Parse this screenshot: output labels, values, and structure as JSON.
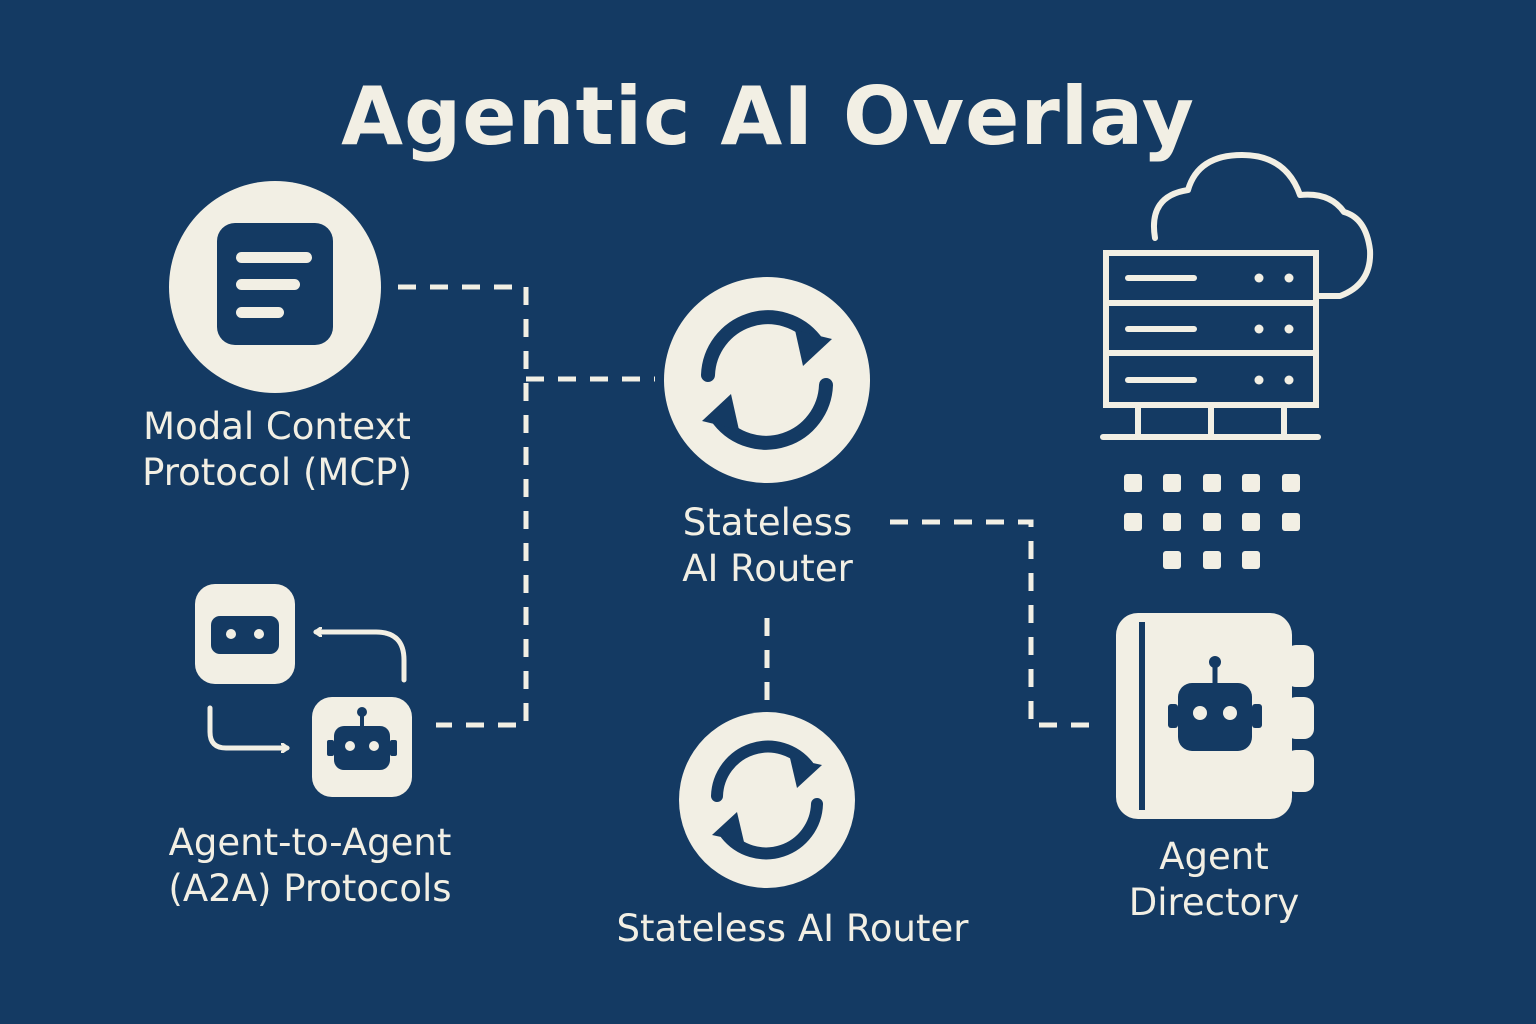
{
  "title": "Agentic AI Overlay",
  "nodes": {
    "mcp": {
      "label_line1": "Modal Context",
      "label_line2": "Protocol (MCP)"
    },
    "a2a": {
      "label_line1": "Agent-to-Agent",
      "label_line2": "(A2A) Protocols"
    },
    "router_main": {
      "label_line1": "Stateless",
      "label_line2": "AI Router"
    },
    "router_secondary": {
      "label": "Stateless AI Router"
    },
    "directory": {
      "label_line1": "Agent",
      "label_line2": "Directory"
    }
  },
  "icons": {
    "mcp": "document-icon",
    "a2a_top": "chat-bot-icon",
    "a2a_bottom": "robot-icon",
    "router_main": "refresh-icon",
    "router_secondary": "refresh-icon",
    "servers": "server-rack-icon",
    "cloud": "cloud-icon",
    "directory": "robot-directory-icon"
  },
  "colors": {
    "background": "#143a63",
    "foreground": "#f2efe4"
  }
}
